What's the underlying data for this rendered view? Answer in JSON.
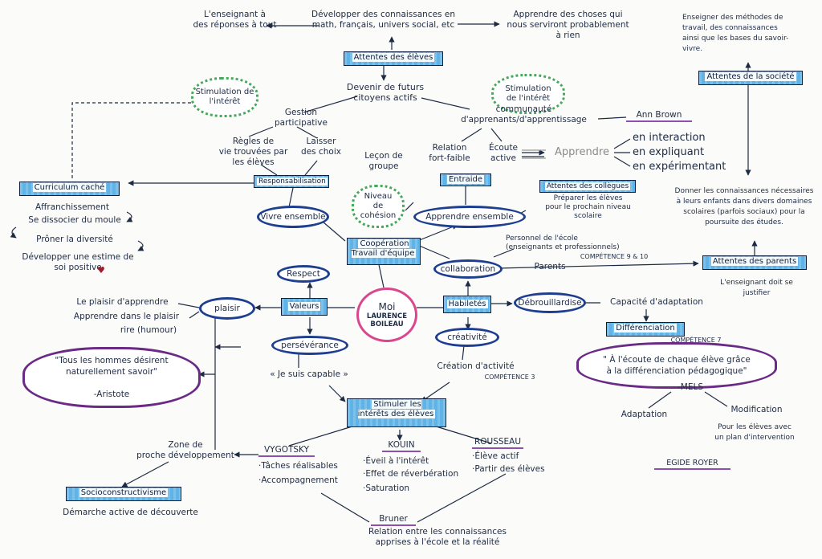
{
  "center": {
    "line1": "Moi",
    "line2": "LAURENCE",
    "line3": "BOILEAU"
  },
  "top": {
    "enseignant_reponses": "L'enseignant à\ndes réponses à tout",
    "developper": "Développer des connaissances en\nmath, français, univers social, etc",
    "apprendre_choses": "Apprendre des choses qui\nnous serviront probablement\nà rien",
    "attentes_eleves": "Attentes des élèves",
    "futurs_citoyens": "Devenir de futurs\ncitoyens actifs"
  },
  "clouds": {
    "stim_left": "Stimulation de\nl'intérêt",
    "stim_right": "Stimulation\nde l'intérêt",
    "cohesion": "Niveau\nde\ncohésion"
  },
  "left_upper": {
    "gestion": "Gestion\nparticipative",
    "regles": "Règles de\nvie trouvées par\nles élèves",
    "laisser": "Laisser\ndes choix",
    "responsabilisation": "Responsabilisation",
    "curriculum": "Curriculum caché",
    "curr_items": [
      "Affranchissement",
      "Se dissocier du moule",
      "Prôner la diversité",
      "Développer une estime de\nsoi positive"
    ],
    "vivre": "Vivre ensemble",
    "lecon": "Leçon de\ngroupe"
  },
  "right_upper": {
    "communaute": "communauté\nd'apprenants/d'apprentissage",
    "ann_brown": "Ann Brown",
    "relation": "Relation\nfort-faible",
    "ecoute": "Écoute\nactive",
    "apprendre": "Apprendre",
    "interaction": [
      "en interaction",
      "en expliquant",
      "en expérimentant"
    ],
    "entraide": "Entraide",
    "apprendre_ensemble": "Apprendre ensemble",
    "attentes_collegues": "Attentes des collègues",
    "preparer": "Préparer les élèves\npour le prochain niveau\nscolaire",
    "enseigner_methodes": "Enseigner des méthodes de\ntravail, des connaissances\nainsi que les bases du savoir-\nvivre.",
    "attentes_societe": "Attentes de la société",
    "donner_connaissances": "Donner les connaissances nécessaires\nà leurs enfants dans divers domaines\nscolaires (parfois sociaux) pour la\npoursuite des études."
  },
  "middle": {
    "cooperation": "Coopération\nTravail d'équipe",
    "collaboration": "collaboration",
    "personnel": "Personnel de l'école\n(enseignants et professionnels)",
    "competence_9_10": "COMPÉTENCE 9 & 10",
    "parents": "Parents",
    "attentes_parents": "Attentes des parents",
    "enseignant_justifier": "L'enseignant doit se\njustifier",
    "respect": "Respect",
    "valeurs": "Valeurs",
    "habiletes": "Habiletés",
    "debrouillardise": "Débrouillardise",
    "capacite": "Capacité d'adaptation",
    "differenciation": "Différenciation",
    "competence_7": "COMPÉTENCE 7",
    "mels_quote": "\" À l'écoute de chaque élève grâce\nà la différenciation pédagogique\"",
    "mels": "-MELS",
    "adaptation": "Adaptation",
    "modification": "Modification",
    "pour_eleves": "Pour les élèves avec\nun plan d'intervention",
    "egide": "EGIDE ROYER"
  },
  "left_lower": {
    "plaisir": "plaisir",
    "plaisir_items": [
      "Le plaisir d'apprendre",
      "Apprendre dans le plaisir",
      "rire (humour)"
    ],
    "aristote_quote": "\"Tous les hommes désirent\nnaturellement savoir\"",
    "aristote": "-Aristote",
    "perseverance": "persévérance",
    "capable": "« Je suis capable »",
    "creativite": "créativité",
    "creation": "Création d'activité",
    "competence_3": "COMPÉTENCE 3"
  },
  "bottom": {
    "stimuler": "Stimuler les\nintérêts des élèves",
    "vygotsky": "VYGOTSKY",
    "vygotsky_items": [
      "·Tâches réalisables",
      "·Accompagnement"
    ],
    "zone": "Zone de\nproche développement",
    "socio": "Socioconstructivisme",
    "demarche": "Démarche active de découverte",
    "kouin": "KOUIN",
    "kouin_items": [
      "·Éveil à l'intérêt",
      "·Effet de réverbération",
      "·Saturation"
    ],
    "rousseau": "ROUSSEAU",
    "rousseau_items": [
      "·Élève actif",
      "·Partir des élèves"
    ],
    "bruner": "Bruner",
    "relation_conn": "Relation entre les connaissances\napprises à l'école et la réalité"
  },
  "colors": {
    "box": "#5fb3e6",
    "oval": "#1e3f8f",
    "center": "#d9478e",
    "cloud": "#46a85a",
    "purple": "#6a2a86",
    "ink": "#1e2b45"
  }
}
